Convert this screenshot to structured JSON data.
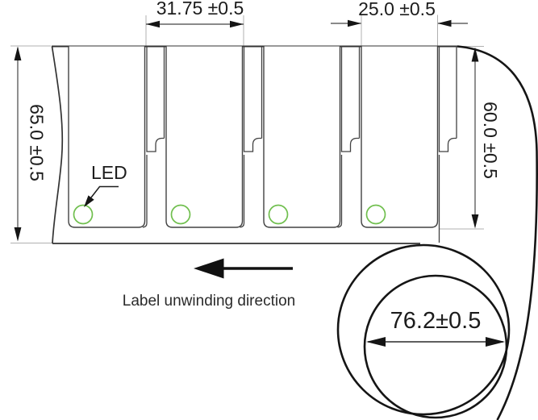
{
  "dimensions": {
    "pitch": "31.75 ±0.5",
    "label_width": "25.0 ±0.5",
    "web_width": "65.0 ±0.5",
    "label_height": "60.0 ±0.5",
    "core_diameter": "76.2±0.5"
  },
  "annotations": {
    "led_callout": "LED",
    "unwinding_direction": "Label unwinding direction"
  },
  "styles": {
    "led_circle_color": "#70bf4e",
    "drawing_line_color": "#303030",
    "dimension_line_color": "#454545",
    "extension_line_color": "#b0b0b0"
  },
  "labels_count": 4
}
